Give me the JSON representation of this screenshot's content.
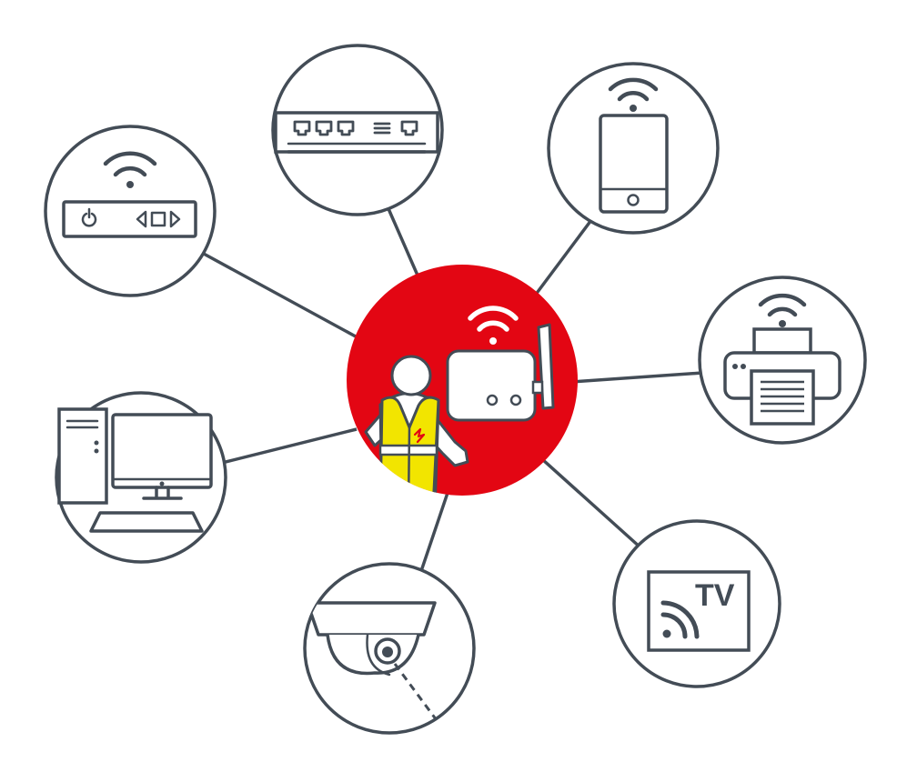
{
  "colors": {
    "line": "#434c56",
    "hub": "#e30613",
    "vest": "#f2e500",
    "background": "#ffffff"
  },
  "tv_label": "TV",
  "nodes": [
    {
      "id": "set-top-box",
      "icon": "set-top-box-icon"
    },
    {
      "id": "network-switch",
      "icon": "network-switch-icon"
    },
    {
      "id": "smartphone",
      "icon": "smartphone-icon"
    },
    {
      "id": "printer",
      "icon": "printer-icon"
    },
    {
      "id": "desktop-computer",
      "icon": "desktop-computer-icon"
    },
    {
      "id": "security-camera",
      "icon": "security-camera-icon"
    },
    {
      "id": "smart-tv",
      "icon": "smart-tv-icon"
    }
  ]
}
